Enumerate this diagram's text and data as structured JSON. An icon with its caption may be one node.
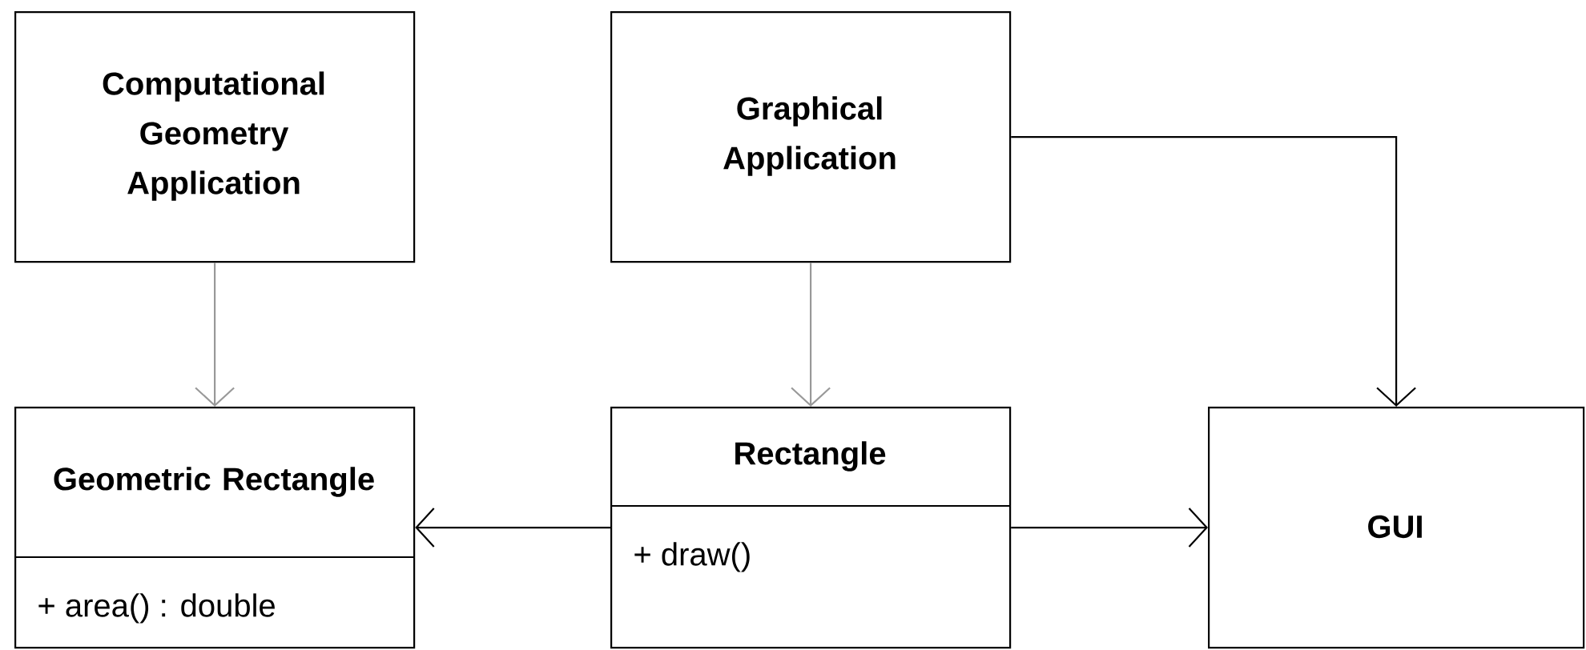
{
  "diagram": {
    "nodes": [
      {
        "text": [
          "Computational Geometry Application"
        ]
      },
      {
        "text": [
          "Graphical Application"
        ]
      },
      {
        "text": [
          "Geometric Rectangle",
          "+ area() : double"
        ]
      },
      {
        "text": [
          "Rectangle",
          "+ draw()"
        ]
      },
      {
        "text": [
          "GUI"
        ]
      }
    ],
    "edges": [
      {
        "from": 0,
        "to": 2,
        "arrow": "to",
        "color": "#999999"
      },
      {
        "from": 1,
        "to": 3,
        "arrow": "to",
        "color": "#999999"
      },
      {
        "from": 1,
        "to": 4,
        "arrow": "to"
      },
      {
        "from": 3,
        "to": 2,
        "arrow": "to"
      },
      {
        "from": 3,
        "to": 4,
        "arrow": "to"
      }
    ]
  }
}
